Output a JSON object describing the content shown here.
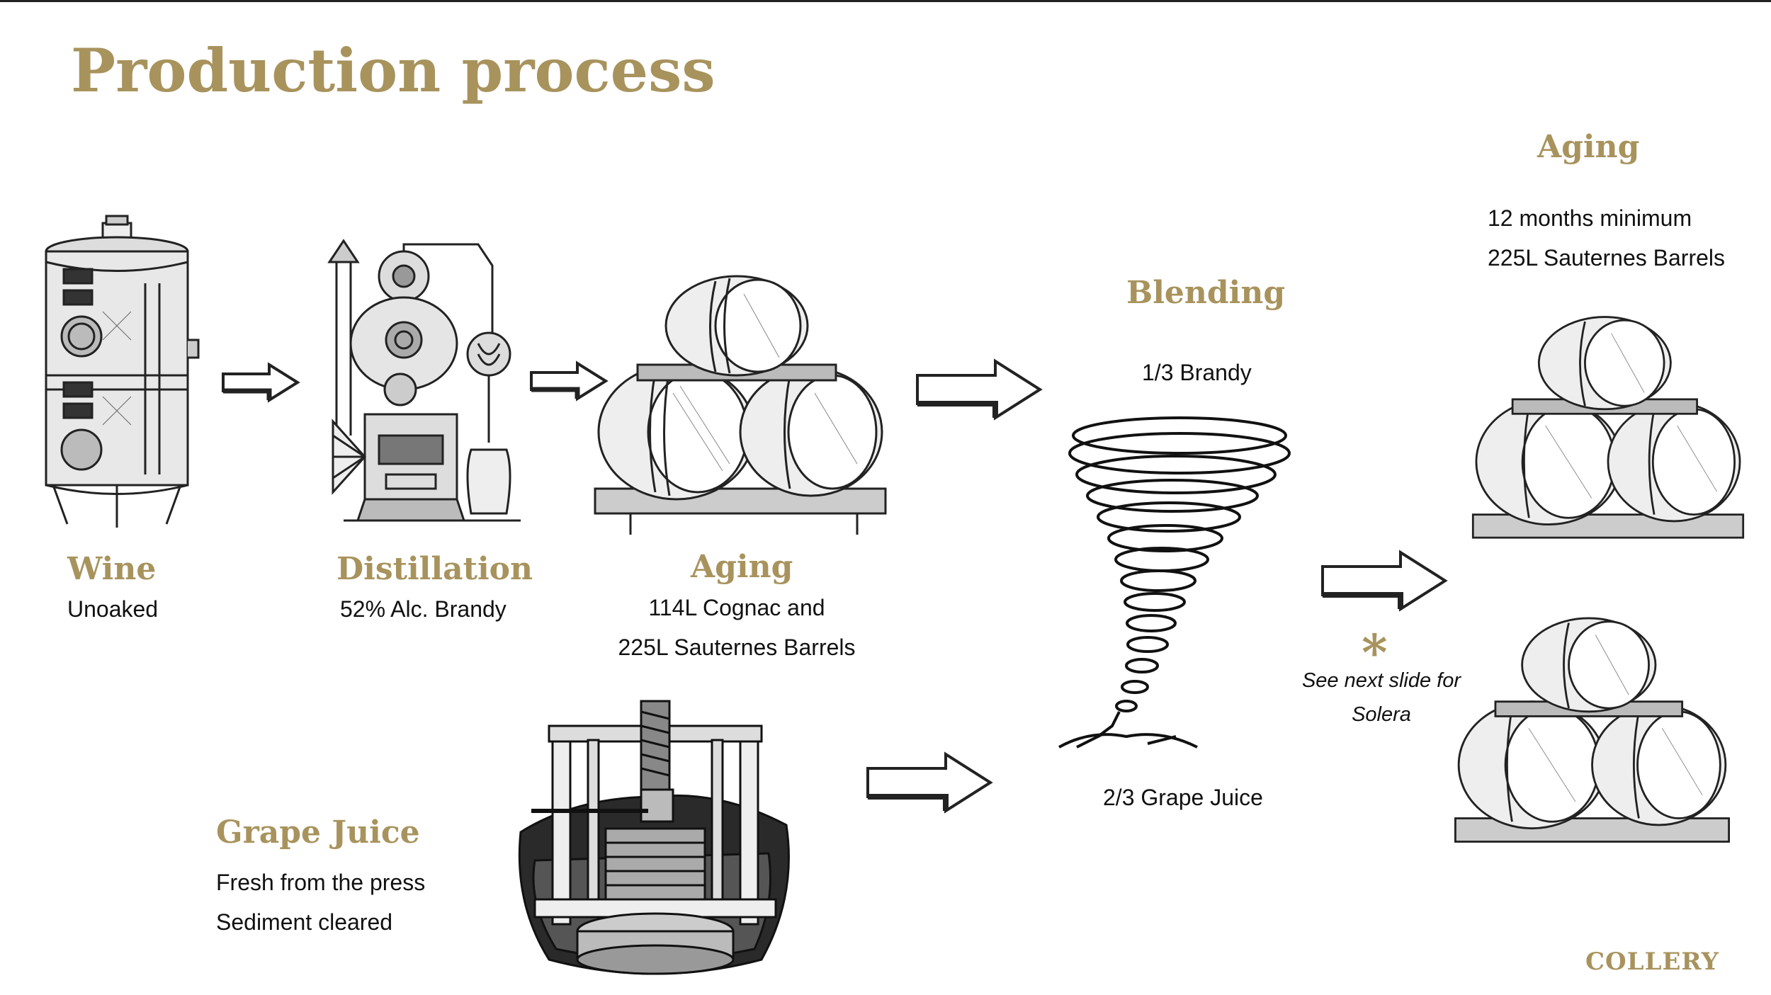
{
  "title": "Production process",
  "brand": "COLLERY",
  "accent_color": "#a8935d",
  "steps": {
    "wine": {
      "title": "Wine",
      "lines": [
        "Unoaked"
      ]
    },
    "distillation": {
      "title": "Distillation",
      "lines": [
        "52% Alc. Brandy"
      ]
    },
    "aging1": {
      "title": "Aging",
      "lines": [
        "114L Cognac and",
        "225L Sauternes Barrels"
      ]
    },
    "grape_juice": {
      "title": "Grape Juice",
      "lines": [
        "Fresh from the press",
        "Sediment cleared"
      ]
    },
    "blending": {
      "title": "Blending",
      "lines": [
        "1/3 Brandy",
        "2/3 Grape Juice"
      ]
    },
    "aging2": {
      "title": "Aging",
      "lines": [
        "12 months minimum",
        "225L Sauternes Barrels"
      ]
    }
  },
  "note": {
    "symbol": "*",
    "lines": [
      "See next slide for",
      "Solera"
    ]
  },
  "icons": [
    "wine-tank-icon",
    "still-icon",
    "barrels-icon",
    "press-icon",
    "tornado-icon",
    "arrow-icon"
  ]
}
